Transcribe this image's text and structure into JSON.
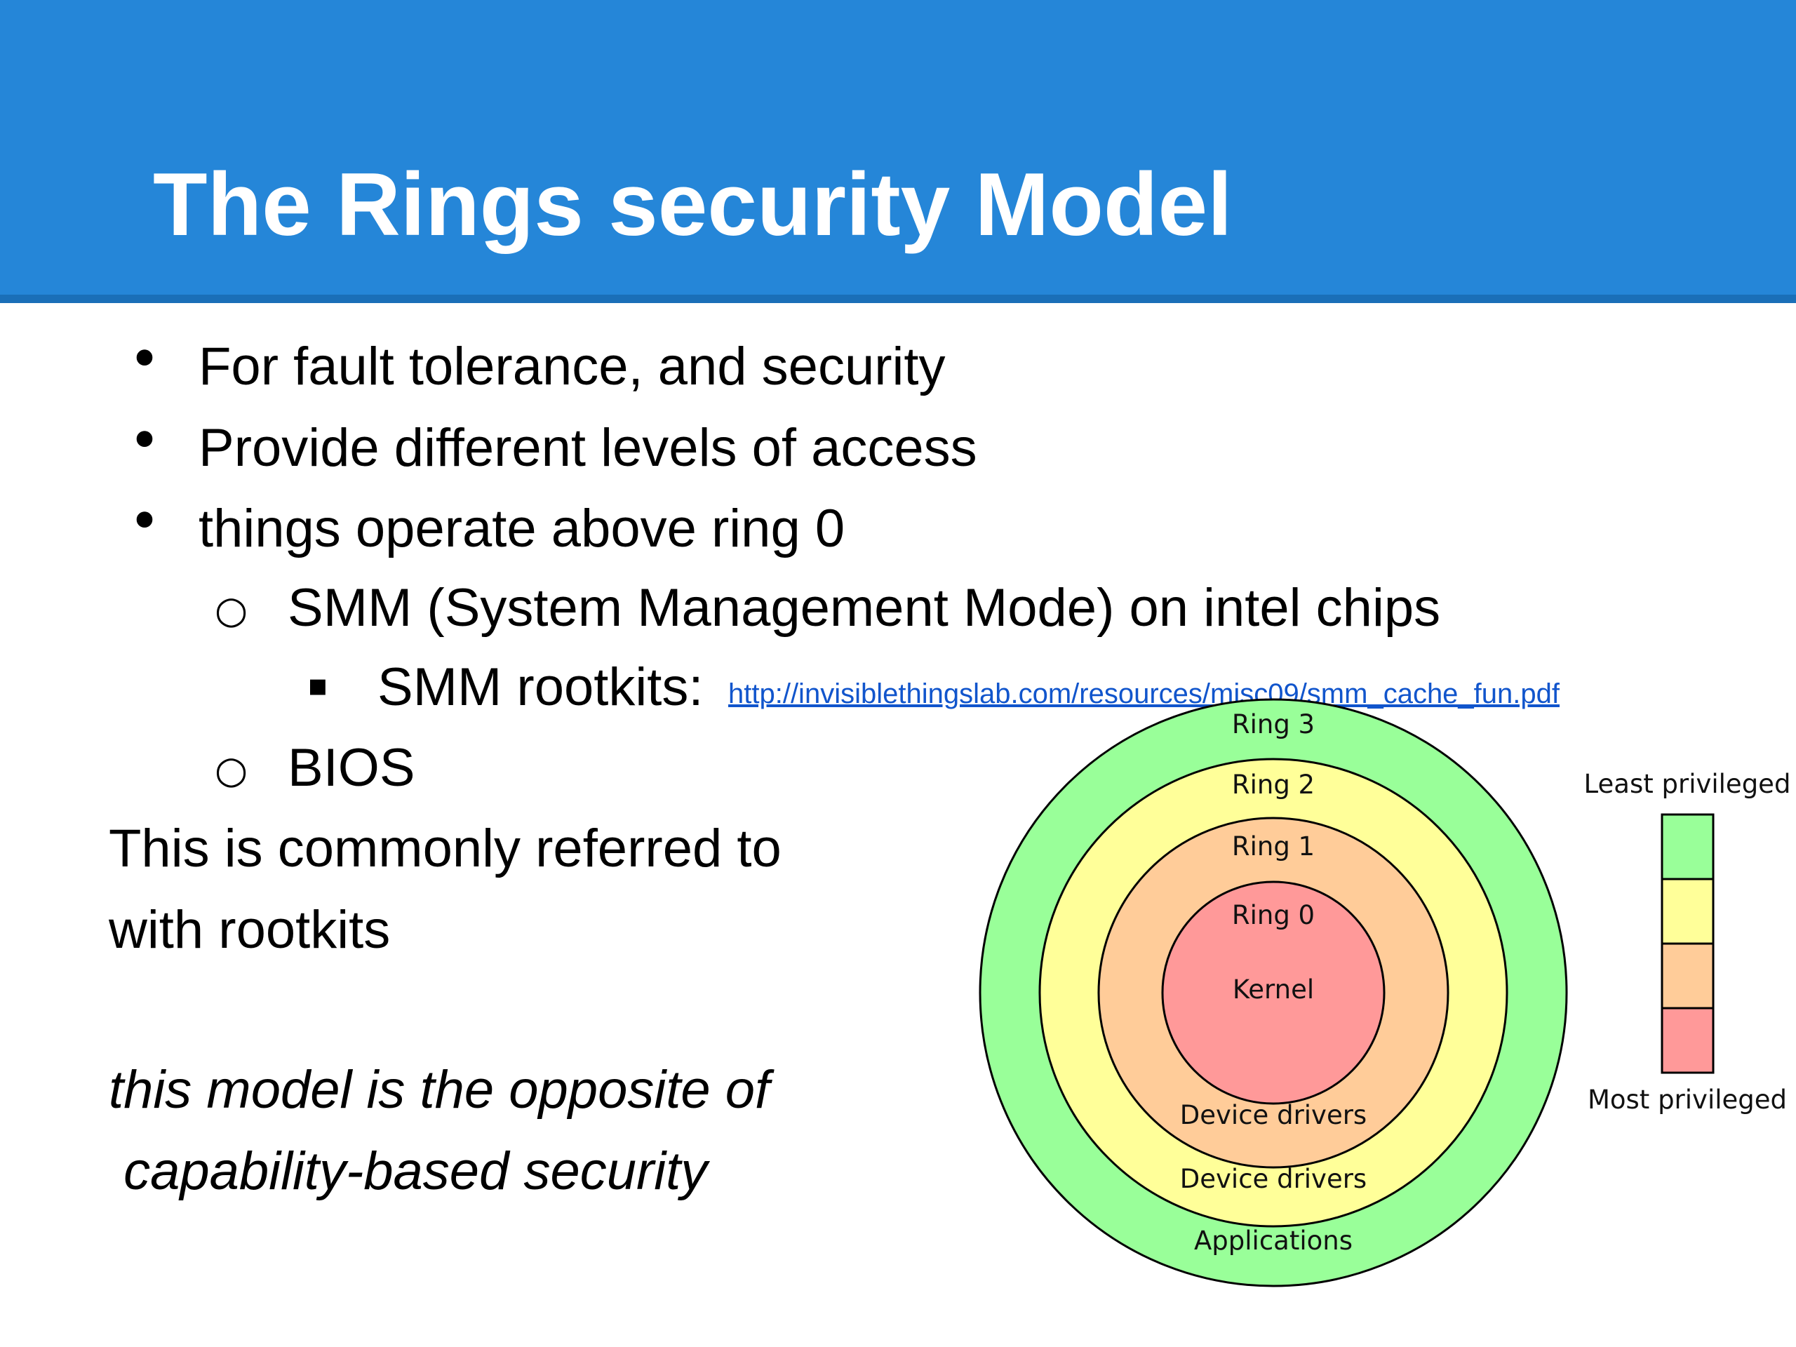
{
  "slide": {
    "title": "The Rings security Model",
    "bullets": [
      "For fault tolerance, and security",
      "Provide different levels of access",
      "things operate above ring 0"
    ],
    "sub_bullets": {
      "smm": "SMM (System Management Mode) on intel chips",
      "smm_rootkits_label": "SMM rootkits: ",
      "smm_rootkits_link": "http://invisiblethingslab.com/resources/misc09/smm_cache_fun.pdf",
      "bios": "BIOS"
    },
    "paragraph": [
      "This is commonly referred to",
      "with rootkits"
    ],
    "italic_note": [
      "this model is the opposite of",
      " capability-based security"
    ],
    "markers": {
      "disc": "•",
      "circle": "○",
      "square": "▪"
    }
  },
  "diagram": {
    "rings": [
      {
        "name": "Ring 3",
        "role": "Applications",
        "color": "#99ff99"
      },
      {
        "name": "Ring 2",
        "role": "Device drivers",
        "color": "#ffff99"
      },
      {
        "name": "Ring 1",
        "role": "Device drivers",
        "color": "#ffcc99"
      },
      {
        "name": "Ring 0",
        "role": "Kernel",
        "color": "#ff9999"
      }
    ],
    "legend": {
      "top_label": "Least privileged",
      "bottom_label": "Most privileged"
    }
  },
  "colors": {
    "header_bg": "#2586d8",
    "header_rule": "#1a6fb8",
    "title_text": "#ffffff",
    "link": "#1155cc"
  }
}
